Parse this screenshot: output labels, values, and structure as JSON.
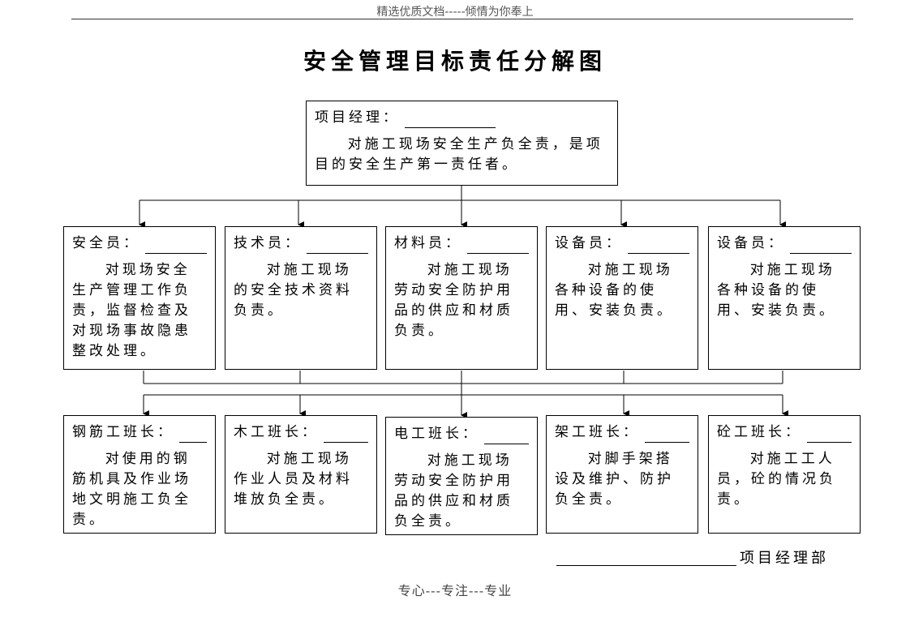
{
  "header": {
    "text": "精选优质文档-----倾情为你奉上"
  },
  "title": "安全管理目标责任分解图",
  "manager": {
    "role": "项目经理：",
    "desc": "对施工现场安全生产负全责，是项目的安全生产第一责任者。"
  },
  "level2": [
    {
      "role": "安全员：",
      "desc": "对现场安全生产管理工作负责，监督检查及对现场事故隐患整改处理。"
    },
    {
      "role": "技术员：",
      "desc": "对施工现场的安全技术资料负责。"
    },
    {
      "role": "材料员：",
      "desc": "对施工现场劳动安全防护用品的供应和材质负责。"
    },
    {
      "role": "设备员：",
      "desc": "对施工现场各种设备的使用、安装负责。"
    },
    {
      "role": "设备员：",
      "desc": "对施工现场各种设备的使用、安装负责。"
    }
  ],
  "level3": [
    {
      "role": "钢筋工班长：",
      "desc": "对使用的钢筋机具及作业场地文明施工负全责。"
    },
    {
      "role": "木工班长：",
      "desc": "对施工现场作业人员及材料堆放负全责。"
    },
    {
      "role": "电工班长：",
      "desc": "对施工现场劳动安全防护用品的供应和材质负全责。"
    },
    {
      "role": "架工班长：",
      "desc": "对脚手架搭设及维护、防护负全责。"
    },
    {
      "role": "砼工班长：",
      "desc": "对施工工人员，砼的情况负责。"
    }
  ],
  "footer": {
    "dept": "项目经理部",
    "motto": "专心---专注---专业"
  }
}
